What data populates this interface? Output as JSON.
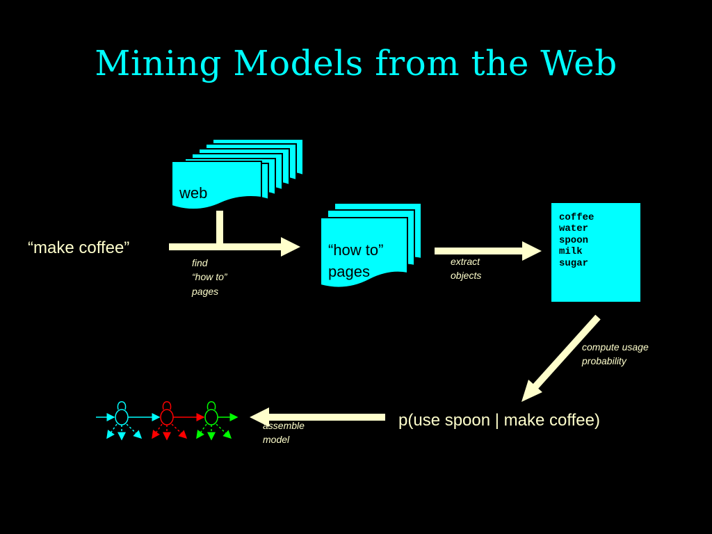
{
  "title": "Mining Models from the Web",
  "nodes": {
    "web": "web",
    "query": "“make coffee”",
    "howto_line1": "“how to”",
    "howto_line2": "pages",
    "objects": [
      "coffee",
      "water",
      "spoon",
      "milk",
      "sugar"
    ],
    "probability": "p(use spoon | make coffee)"
  },
  "edges": {
    "find": [
      "find",
      "“how to”",
      "pages"
    ],
    "extract": [
      "extract",
      "objects"
    ],
    "compute": [
      "compute usage",
      "probability"
    ],
    "assemble": [
      "assemble",
      "model"
    ]
  },
  "colors": {
    "background": "#000000",
    "title": "#00ffff",
    "doc_fill": "#00ffff",
    "arrow": "#ffffcc",
    "label_text": "#ffffcc",
    "state1": "#00ffff",
    "state2": "#ff0000",
    "state3": "#00ff00"
  }
}
